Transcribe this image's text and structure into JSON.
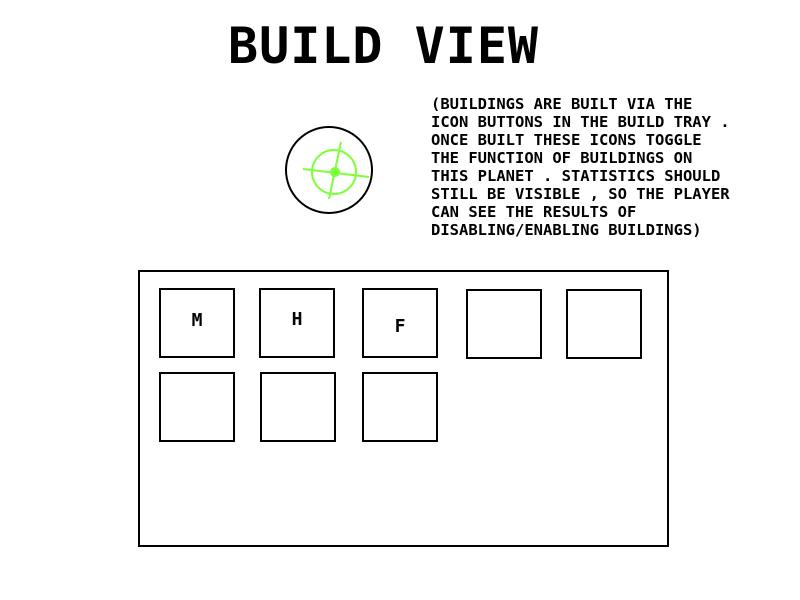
{
  "title": "BUILD VIEW",
  "note_lines": [
    "(BUILDINGS ARE BUILT VIA THE",
    "ICON BUTTONS IN THE BUILD TRAY .",
    "ONCE BUILT THESE ICONS TOGGLE",
    "THE FUNCTION OF BUILDINGS ON",
    "THIS PLANET . STATISTICS SHOULD",
    "STILL BE VISIBLE , SO THE PLAYER",
    "CAN SEE THE RESULTS OF",
    "DISABLING/ENABLING BUILDINGS)"
  ],
  "planet_icon": {
    "icon": "planet-target-icon",
    "accent_color": "#7dff3c"
  },
  "build_tray": {
    "slots": [
      {
        "label": "M"
      },
      {
        "label": "H"
      },
      {
        "label": "F"
      },
      {
        "label": ""
      },
      {
        "label": ""
      },
      {
        "label": ""
      },
      {
        "label": ""
      },
      {
        "label": ""
      }
    ]
  }
}
